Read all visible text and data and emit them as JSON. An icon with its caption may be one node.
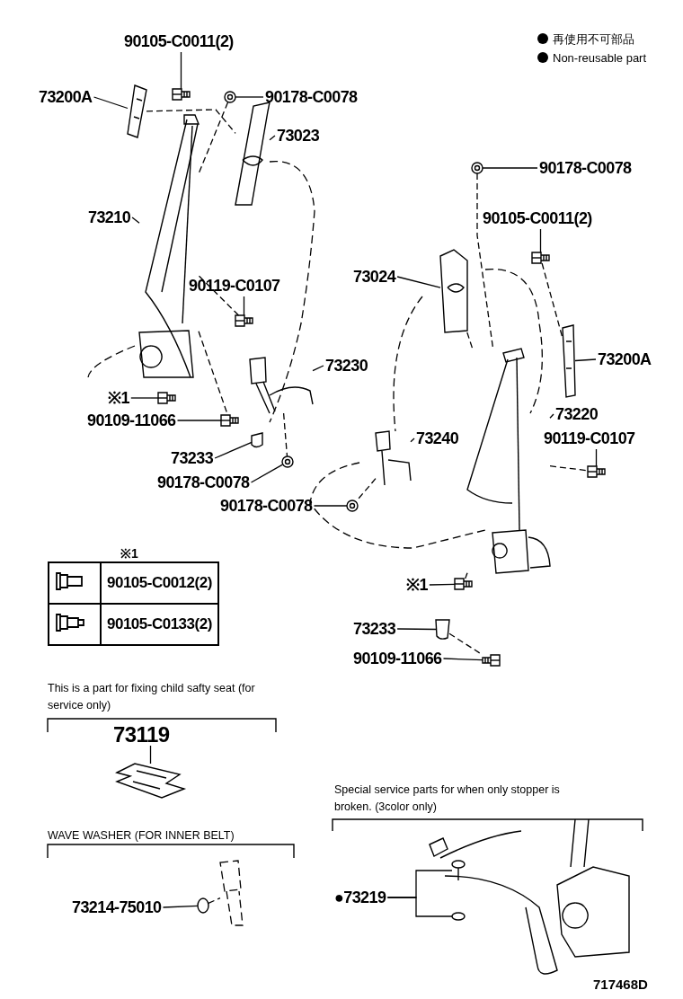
{
  "diagram": {
    "nodes": [
      {
        "text": [
          "90105-C0011(2)"
        ]
      },
      {
        "text": [
          "73200A"
        ]
      },
      {
        "text": [
          "90178-C0078"
        ]
      },
      {
        "text": [
          "73023"
        ]
      },
      {
        "text": [
          "73210"
        ]
      },
      {
        "text": [
          "90119-C0107"
        ]
      },
      {
        "text": [
          "73230"
        ]
      },
      {
        "text": [
          "※1"
        ]
      },
      {
        "text": [
          "90109-11066"
        ]
      },
      {
        "text": [
          "73233"
        ]
      },
      {
        "text": [
          "90178-C0078"
        ]
      },
      {
        "text": [
          "90178-C0078"
        ]
      },
      {
        "text": [
          "90178-C0078"
        ]
      },
      {
        "text": [
          "90105-C0011(2)"
        ]
      },
      {
        "text": [
          "73024"
        ]
      },
      {
        "text": [
          "73200A"
        ]
      },
      {
        "text": [
          "73220"
        ]
      },
      {
        "text": [
          "90119-C0107"
        ]
      },
      {
        "text": [
          "73240"
        ]
      },
      {
        "text": [
          "※1"
        ]
      },
      {
        "text": [
          "73233"
        ]
      },
      {
        "text": [
          "90109-11066"
        ]
      },
      {
        "text": [
          "73119"
        ]
      },
      {
        "text": [
          "73214-75010"
        ]
      },
      {
        "text": [
          "●73219"
        ]
      },
      {
        "text": [],
        "shape": "bolt"
      },
      {
        "text": [],
        "shape": "picture"
      },
      {
        "text": [],
        "shape": "picture"
      },
      {
        "text": [],
        "shape": "picture"
      },
      {
        "text": [],
        "shape": "picture"
      },
      {
        "text": [],
        "shape": "bolt"
      },
      {
        "text": [],
        "shape": "picture"
      },
      {
        "text": [],
        "shape": "bolt"
      },
      {
        "text": [],
        "shape": "bolt"
      },
      {
        "text": [],
        "shape": "picture"
      },
      {
        "text": [],
        "shape": "picture"
      },
      {
        "text": [],
        "shape": "picture"
      },
      {
        "text": [],
        "shape": "picture"
      },
      {
        "text": [],
        "shape": "bolt"
      },
      {
        "text": [],
        "shape": "picture"
      },
      {
        "text": [],
        "shape": "picture"
      },
      {
        "text": [],
        "shape": "picture"
      },
      {
        "text": [],
        "shape": "bolt"
      },
      {
        "text": [],
        "shape": "picture"
      },
      {
        "text": [],
        "shape": "bolt"
      },
      {
        "text": [],
        "shape": "picture"
      },
      {
        "text": [],
        "shape": "bolt"
      },
      {
        "text": [],
        "shape": "picture"
      },
      {
        "text": [],
        "shape": "picture"
      },
      {
        "text": [],
        "shape": "picture"
      },
      {
        "text": [],
        "shape": "picture"
      },
      {
        "text": [],
        "shape": "picture"
      }
    ],
    "edges": [
      {
        "from": 0,
        "to": 25,
        "arrow": "none"
      },
      {
        "from": 1,
        "to": 26,
        "arrow": "none"
      },
      {
        "from": 2,
        "to": 27,
        "arrow": "none"
      },
      {
        "from": 3,
        "to": 28,
        "arrow": "none"
      },
      {
        "from": 4,
        "to": 29,
        "arrow": "none"
      },
      {
        "from": 5,
        "to": 30,
        "arrow": "none"
      },
      {
        "from": 6,
        "to": 31,
        "arrow": "none"
      },
      {
        "from": 7,
        "to": 32,
        "arrow": "none"
      },
      {
        "from": 8,
        "to": 33,
        "arrow": "none"
      },
      {
        "from": 9,
        "to": 34,
        "arrow": "none"
      },
      {
        "from": 10,
        "to": 35,
        "arrow": "none"
      },
      {
        "from": 11,
        "to": 36,
        "arrow": "none"
      },
      {
        "from": 12,
        "to": 37,
        "arrow": "none"
      },
      {
        "from": 13,
        "to": 38,
        "arrow": "none"
      },
      {
        "from": 14,
        "to": 39,
        "arrow": "none"
      },
      {
        "from": 15,
        "to": 40,
        "arrow": "none"
      },
      {
        "from": 16,
        "to": 41,
        "arrow": "none"
      },
      {
        "from": 17,
        "to": 42,
        "arrow": "none"
      },
      {
        "from": 18,
        "to": 43,
        "arrow": "none"
      },
      {
        "from": 19,
        "to": 44,
        "arrow": "none"
      },
      {
        "from": 20,
        "to": 45,
        "arrow": "none"
      },
      {
        "from": 21,
        "to": 46,
        "arrow": "none"
      },
      {
        "from": 22,
        "to": 47,
        "arrow": "none"
      },
      {
        "from": 23,
        "to": 48,
        "arrow": "none"
      },
      {
        "from": 24,
        "to": 49,
        "arrow": "none"
      },
      {
        "from": 24,
        "to": 50,
        "arrow": "none"
      },
      {
        "from": 27,
        "to": 29,
        "arrow": "none",
        "style": "dashed"
      },
      {
        "from": 26,
        "to": 28,
        "arrow": "none",
        "style": "dashed"
      },
      {
        "from": 30,
        "to": 29,
        "arrow": "none",
        "style": "dashed"
      },
      {
        "from": 29,
        "to": 33,
        "arrow": "none",
        "style": "dashed"
      },
      {
        "from": 31,
        "to": 35,
        "arrow": "none",
        "style": "dashed"
      },
      {
        "from": 37,
        "to": 41,
        "arrow": "none",
        "style": "dashed"
      },
      {
        "from": 38,
        "to": 40,
        "arrow": "none",
        "style": "dashed"
      },
      {
        "from": 39,
        "to": 41,
        "arrow": "none",
        "style": "dashed"
      },
      {
        "from": 41,
        "to": 42,
        "arrow": "none",
        "style": "dashed"
      },
      {
        "from": 41,
        "to": 44,
        "arrow": "none",
        "style": "dashed"
      },
      {
        "from": 45,
        "to": 46,
        "arrow": "none",
        "style": "dashed"
      },
      {
        "from": 43,
        "to": 36,
        "arrow": "none",
        "style": "dashed"
      },
      {
        "from": 48,
        "to": 51,
        "arrow": "none",
        "style": "dashed"
      }
    ],
    "labels": [
      "※1",
      "90105-C0012(2)",
      "90105-C0133(2)",
      "This is a part for fixing child safty seat (for service only)",
      "Special service parts for when only stopper is broken. (3color only)",
      "WAVE WASHER (FOR INNER BELT)",
      "717468D"
    ],
    "legend": [
      {
        "text": "再使用不可部品"
      },
      {
        "text": "Non-reusable part"
      }
    ]
  }
}
